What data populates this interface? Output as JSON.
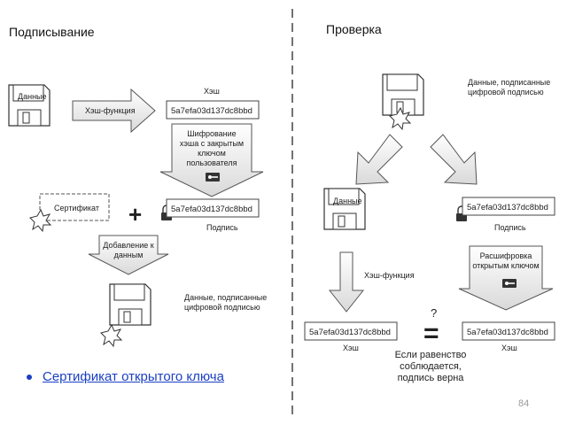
{
  "signing": {
    "title": "Подписывание",
    "data_label": "Данные",
    "hash_function_label": "Хэш-функция",
    "hash_caption": "Хэш",
    "hash_value": "5a7efa03d137dc8bbd",
    "encrypt_lines": [
      "Шифрование",
      "хэша с закрытым",
      "ключом",
      "пользователя"
    ],
    "certificate_label": "Сертификат",
    "plus": "+",
    "signature_value": "5a7efa03d137dc8bbd",
    "signature_caption": "Подпись",
    "add_lines": [
      "Добавление к",
      "данным"
    ],
    "signed_lines": [
      "Данные, подписанные",
      "цифровой подписью"
    ]
  },
  "verification": {
    "title": "Проверка",
    "signed_lines": [
      "Данные, подписанные",
      "цифровой подписью"
    ],
    "data_label": "Данные",
    "signature_value": "5a7efa03d137dc8bbd",
    "signature_caption": "Подпись",
    "hash_function_label": "Хэш-функция",
    "decrypt_lines": [
      "Расшифровка",
      "открытым ключом"
    ],
    "question": "?",
    "equals": "=",
    "left_hash_value": "5a7efa03d137dc8bbd",
    "left_hash_caption": "Хэш",
    "right_hash_value": "5a7efa03d137dc8bbd",
    "right_hash_caption": "Хэш",
    "result_lines": [
      "Если равенство",
      "соблюдается,",
      "подпись верна"
    ]
  },
  "bullet": "Сертификат открытого ключа",
  "page_number": "84"
}
